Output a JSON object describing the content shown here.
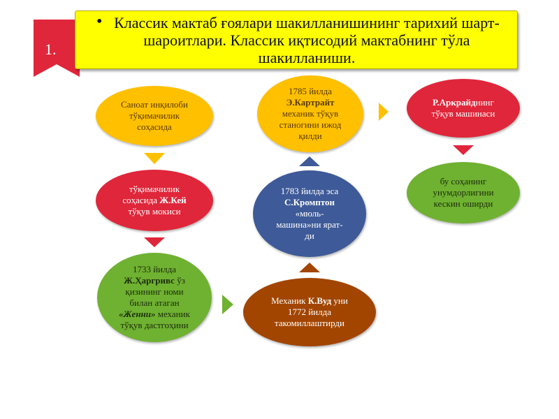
{
  "slide": {
    "number": "1.",
    "title": "Классик мактаб ғоялари шакилланишининг тарихий шарт-шароитлари. Классик иқтисодий мактабнинг тўла шакилланиши."
  },
  "nodes": {
    "n1": {
      "text": "Саноат инқилоби тўқимачилик соҳасида"
    },
    "n2": {
      "pre": "тўқимачилик соҳасида ",
      "bold": "Ж.Кей",
      "post": " тўқув мокиси"
    },
    "n3": {
      "l1": "1733 йилда",
      "bold": "Ж.Ҳаргривс",
      "l2": " ўз қизининг номи билан атаган",
      "quote": "«Женни»",
      "l3": " механик тўқув дастгоҳини"
    },
    "n4": {
      "pre": "Механик ",
      "bold": "К.Вуд",
      "post": " уни 1772 йилда такомиллаштирди"
    },
    "n5": {
      "pre": "1783 йилда эса ",
      "bold": "С.Кромптон",
      "post": " «мюль-машина»ни ярат­ди"
    },
    "n6": {
      "pre": "1785 йилда ",
      "bold": "Э.Картрайт",
      "post": " механик тўқув станогини ижод қилди"
    },
    "n7": {
      "bold": "Р.Аркрайд",
      "post": "нинг тўқув машинаси"
    },
    "n8": {
      "text": "бу соҳанинг унумдорлигини кескин оширди"
    }
  },
  "colors": {
    "title_bg": "#ffff00",
    "badge": "#e0263a",
    "orange": "#ffc000",
    "red": "#e0263a",
    "green": "#6fb131",
    "brown": "#a24500",
    "blue": "#3e5a98"
  }
}
